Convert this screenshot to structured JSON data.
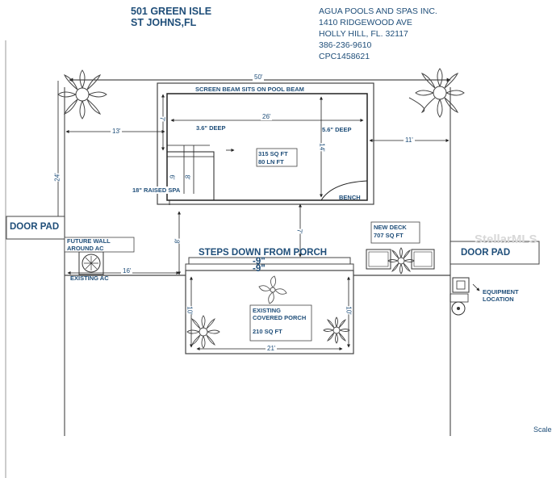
{
  "header": {
    "address_line1": "501 GREEN ISLE",
    "address_line2": "ST JOHNS,FL"
  },
  "company": {
    "name": "AGUA POOLS AND SPAS INC.",
    "street": "1410 RIDGEWOOD AVE",
    "city": "HOLLY HILL, FL. 32117",
    "phone": "386-236-9610",
    "license": "CPC1458621"
  },
  "labels": {
    "screen_beam": "SCREEN BEAM SITS ON POOL BEAM",
    "shallow_depth": "3.6\" DEEP",
    "deep_depth": "5.6\" DEEP",
    "pool_area": "315 SQ FT",
    "pool_perimeter": "80 LN FT",
    "raised_spa": "18\" RAISED SPA",
    "bench": "BENCH",
    "door_pad_left": "DOOR PAD",
    "door_pad_right": "DOOR PAD",
    "new_deck_title": "NEW DECK",
    "new_deck_area": "707 SQ FT",
    "future_wall_line1": "FUTURE WALL",
    "future_wall_line2": "AROUND AC",
    "existing_ac": "EXISTING AC",
    "steps_down": "STEPS DOWN FROM PORCH",
    "steps_dim_1": "-9\"",
    "steps_dim_2": "-9\"",
    "porch_line1": "EXISTING",
    "porch_line2": "COVERED PORCH",
    "porch_area": "210 SQ FT",
    "equipment_line1": "EQUIPMENT",
    "equipment_line2": "LOCATION",
    "scale": "Scale"
  },
  "dimensions": {
    "overall_width": "50'",
    "pool_length": "26'",
    "left_setback": "13'",
    "right_setback": "11'",
    "pool_width": "14'",
    "left_depth": "24'",
    "step_depth": "7'",
    "spa_dim_a": "6'",
    "spa_dim_b": "8'",
    "step_offset": "7'",
    "deck_to_porch": "8'",
    "ac_offset": "16'",
    "porch_width": "21'",
    "porch_left_depth": "10'",
    "porch_right_depth": "10'"
  },
  "watermark": "StellarMLS",
  "colors": {
    "ink": "#1f4e79",
    "line": "#2a2a2a"
  }
}
